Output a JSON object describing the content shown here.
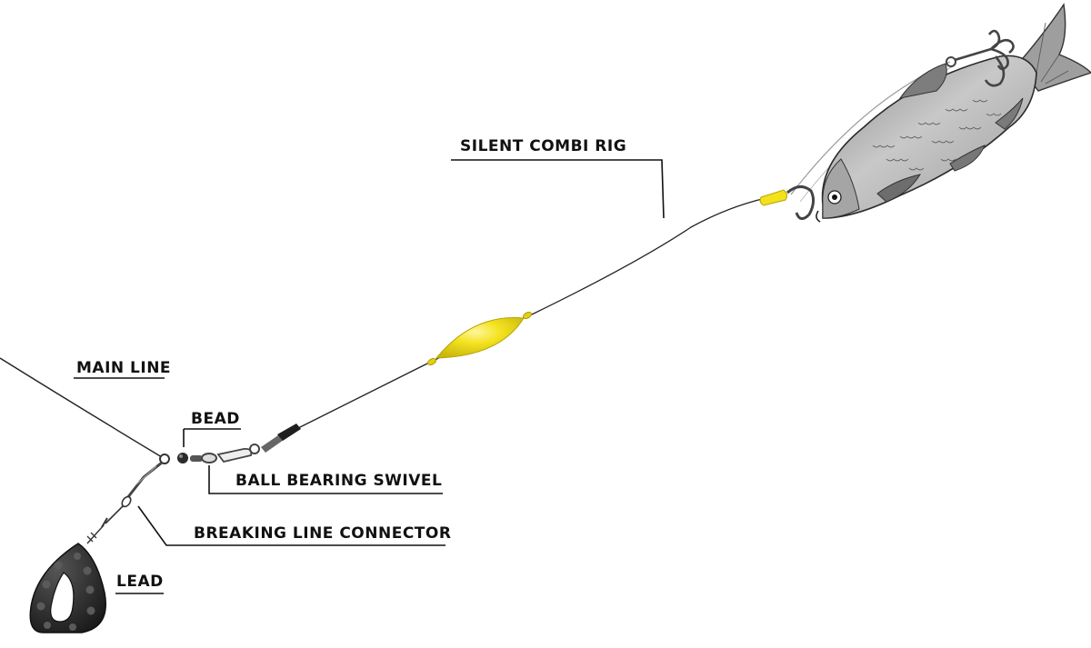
{
  "labels": {
    "silent_combi_rig": "SILENT COMBI RIG",
    "main_line": "MAIN LINE",
    "bead": "BEAD",
    "ball_bearing_swivel": "BALL BEARING SWIVEL",
    "breaking_line_connector": "BREAKING LINE CONNECTOR",
    "lead": "LEAD"
  },
  "colors": {
    "line": "#222222",
    "float_yellow": "#f2e11b",
    "lead_black": "#2a2a2a",
    "lead_bead": "#4a4a4a",
    "fish_body": "#b9b9b9",
    "fish_dark": "#6f6f6f",
    "hook": "#444444"
  }
}
